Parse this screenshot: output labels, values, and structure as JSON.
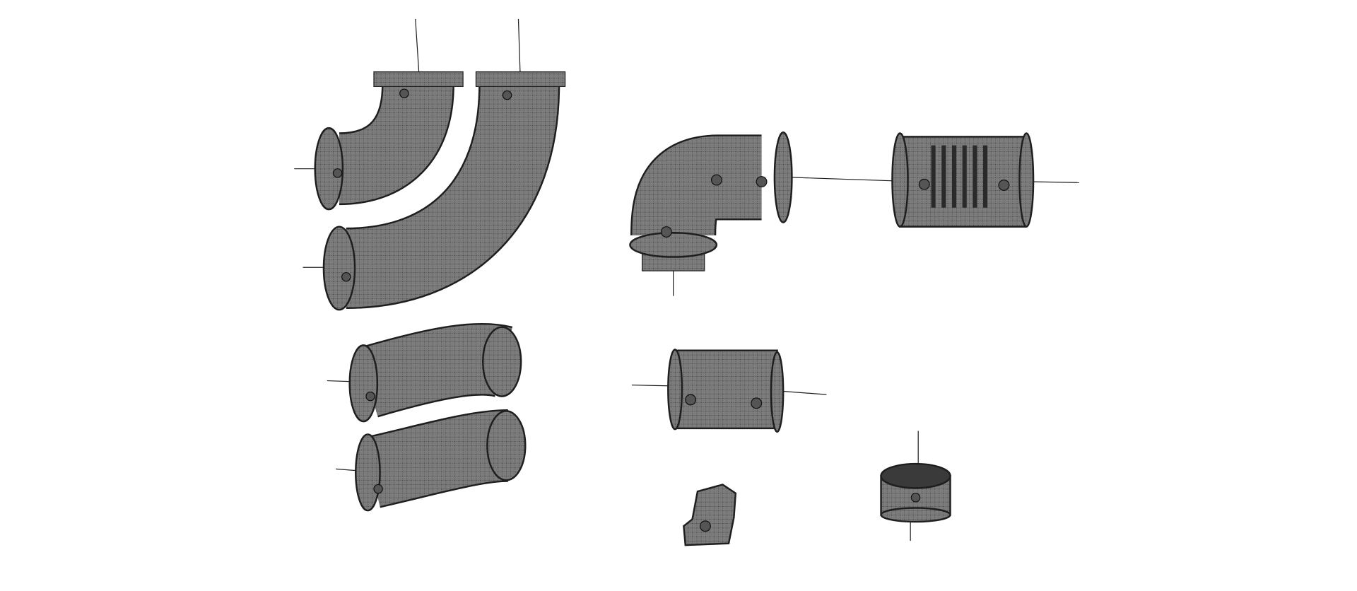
{
  "scene": {
    "type": "3d-viewport-render",
    "background_color": "#ffffff",
    "part_color": "#7c7c7c",
    "edge_color": "#1e1e1e",
    "axis_line_color": "#202020",
    "parts": [
      {
        "name": "small-u-bend-pipe"
      },
      {
        "name": "large-u-bend-pipe"
      },
      {
        "name": "elbow-pipe"
      },
      {
        "name": "finned-cylinder-pipe"
      },
      {
        "name": "curved-pipe-upper"
      },
      {
        "name": "curved-pipe-lower"
      },
      {
        "name": "straight-cylinder-pipe"
      },
      {
        "name": "bracket-piece"
      },
      {
        "name": "ring-clamp"
      }
    ]
  }
}
